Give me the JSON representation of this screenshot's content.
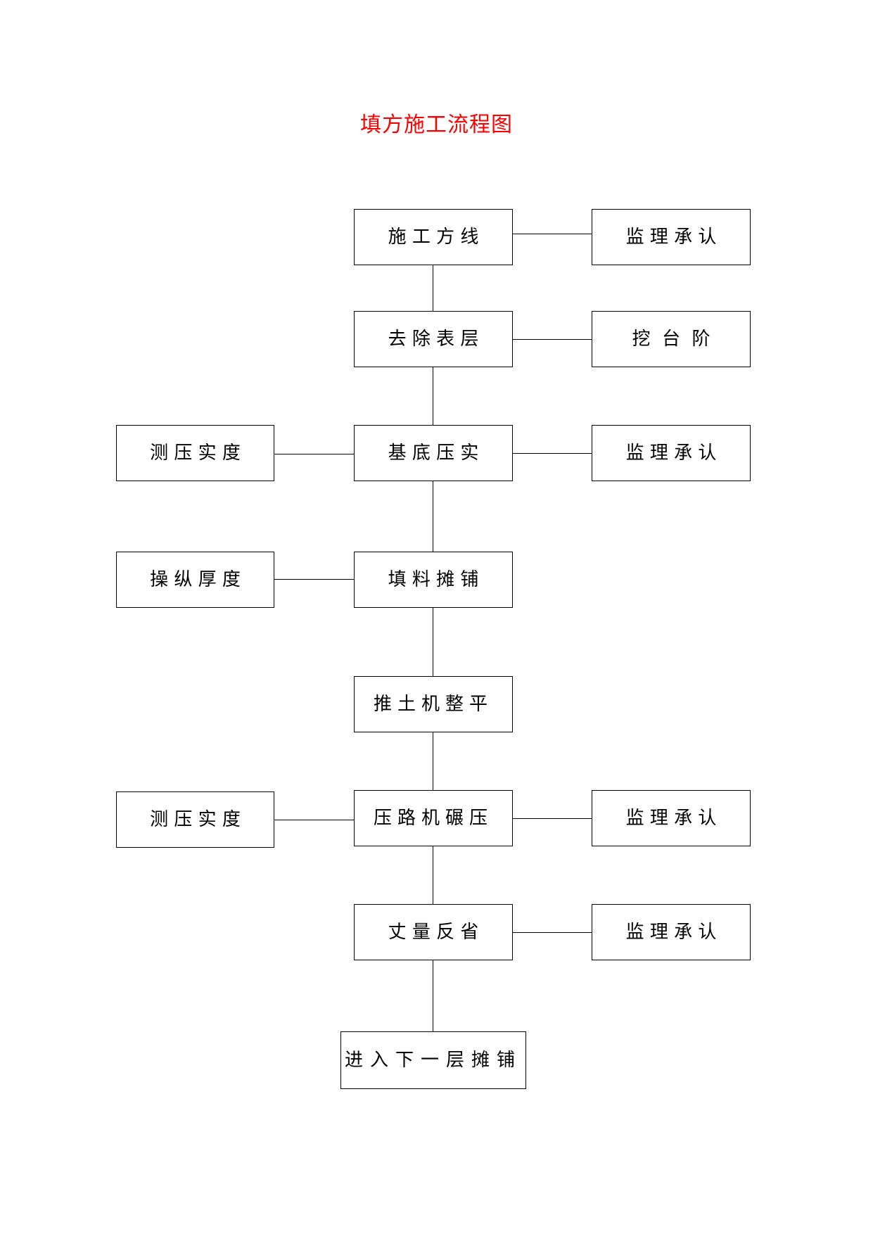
{
  "title": "填方施工流程图",
  "colors": {
    "title": "#ff0000",
    "stroke": "#000000",
    "text": "#000000"
  },
  "main_steps": [
    "施 工 方 线",
    "去 除 表 层",
    "基 底 压 实",
    "填 料 摊 铺",
    "推土机整平",
    "压路机碾压",
    "丈 量 反 省",
    "进入下一层摊铺"
  ],
  "right_notes": {
    "row1": "监 理 承 认",
    "row2": "挖  台  阶",
    "row3": "监 理 承 认",
    "row6": "监 理 承 认",
    "row7": "监 理 承 认"
  },
  "left_notes": {
    "row3": "测 压 实 度",
    "row4": "操 纵 厚 度",
    "row6": "测 压 实 度"
  }
}
